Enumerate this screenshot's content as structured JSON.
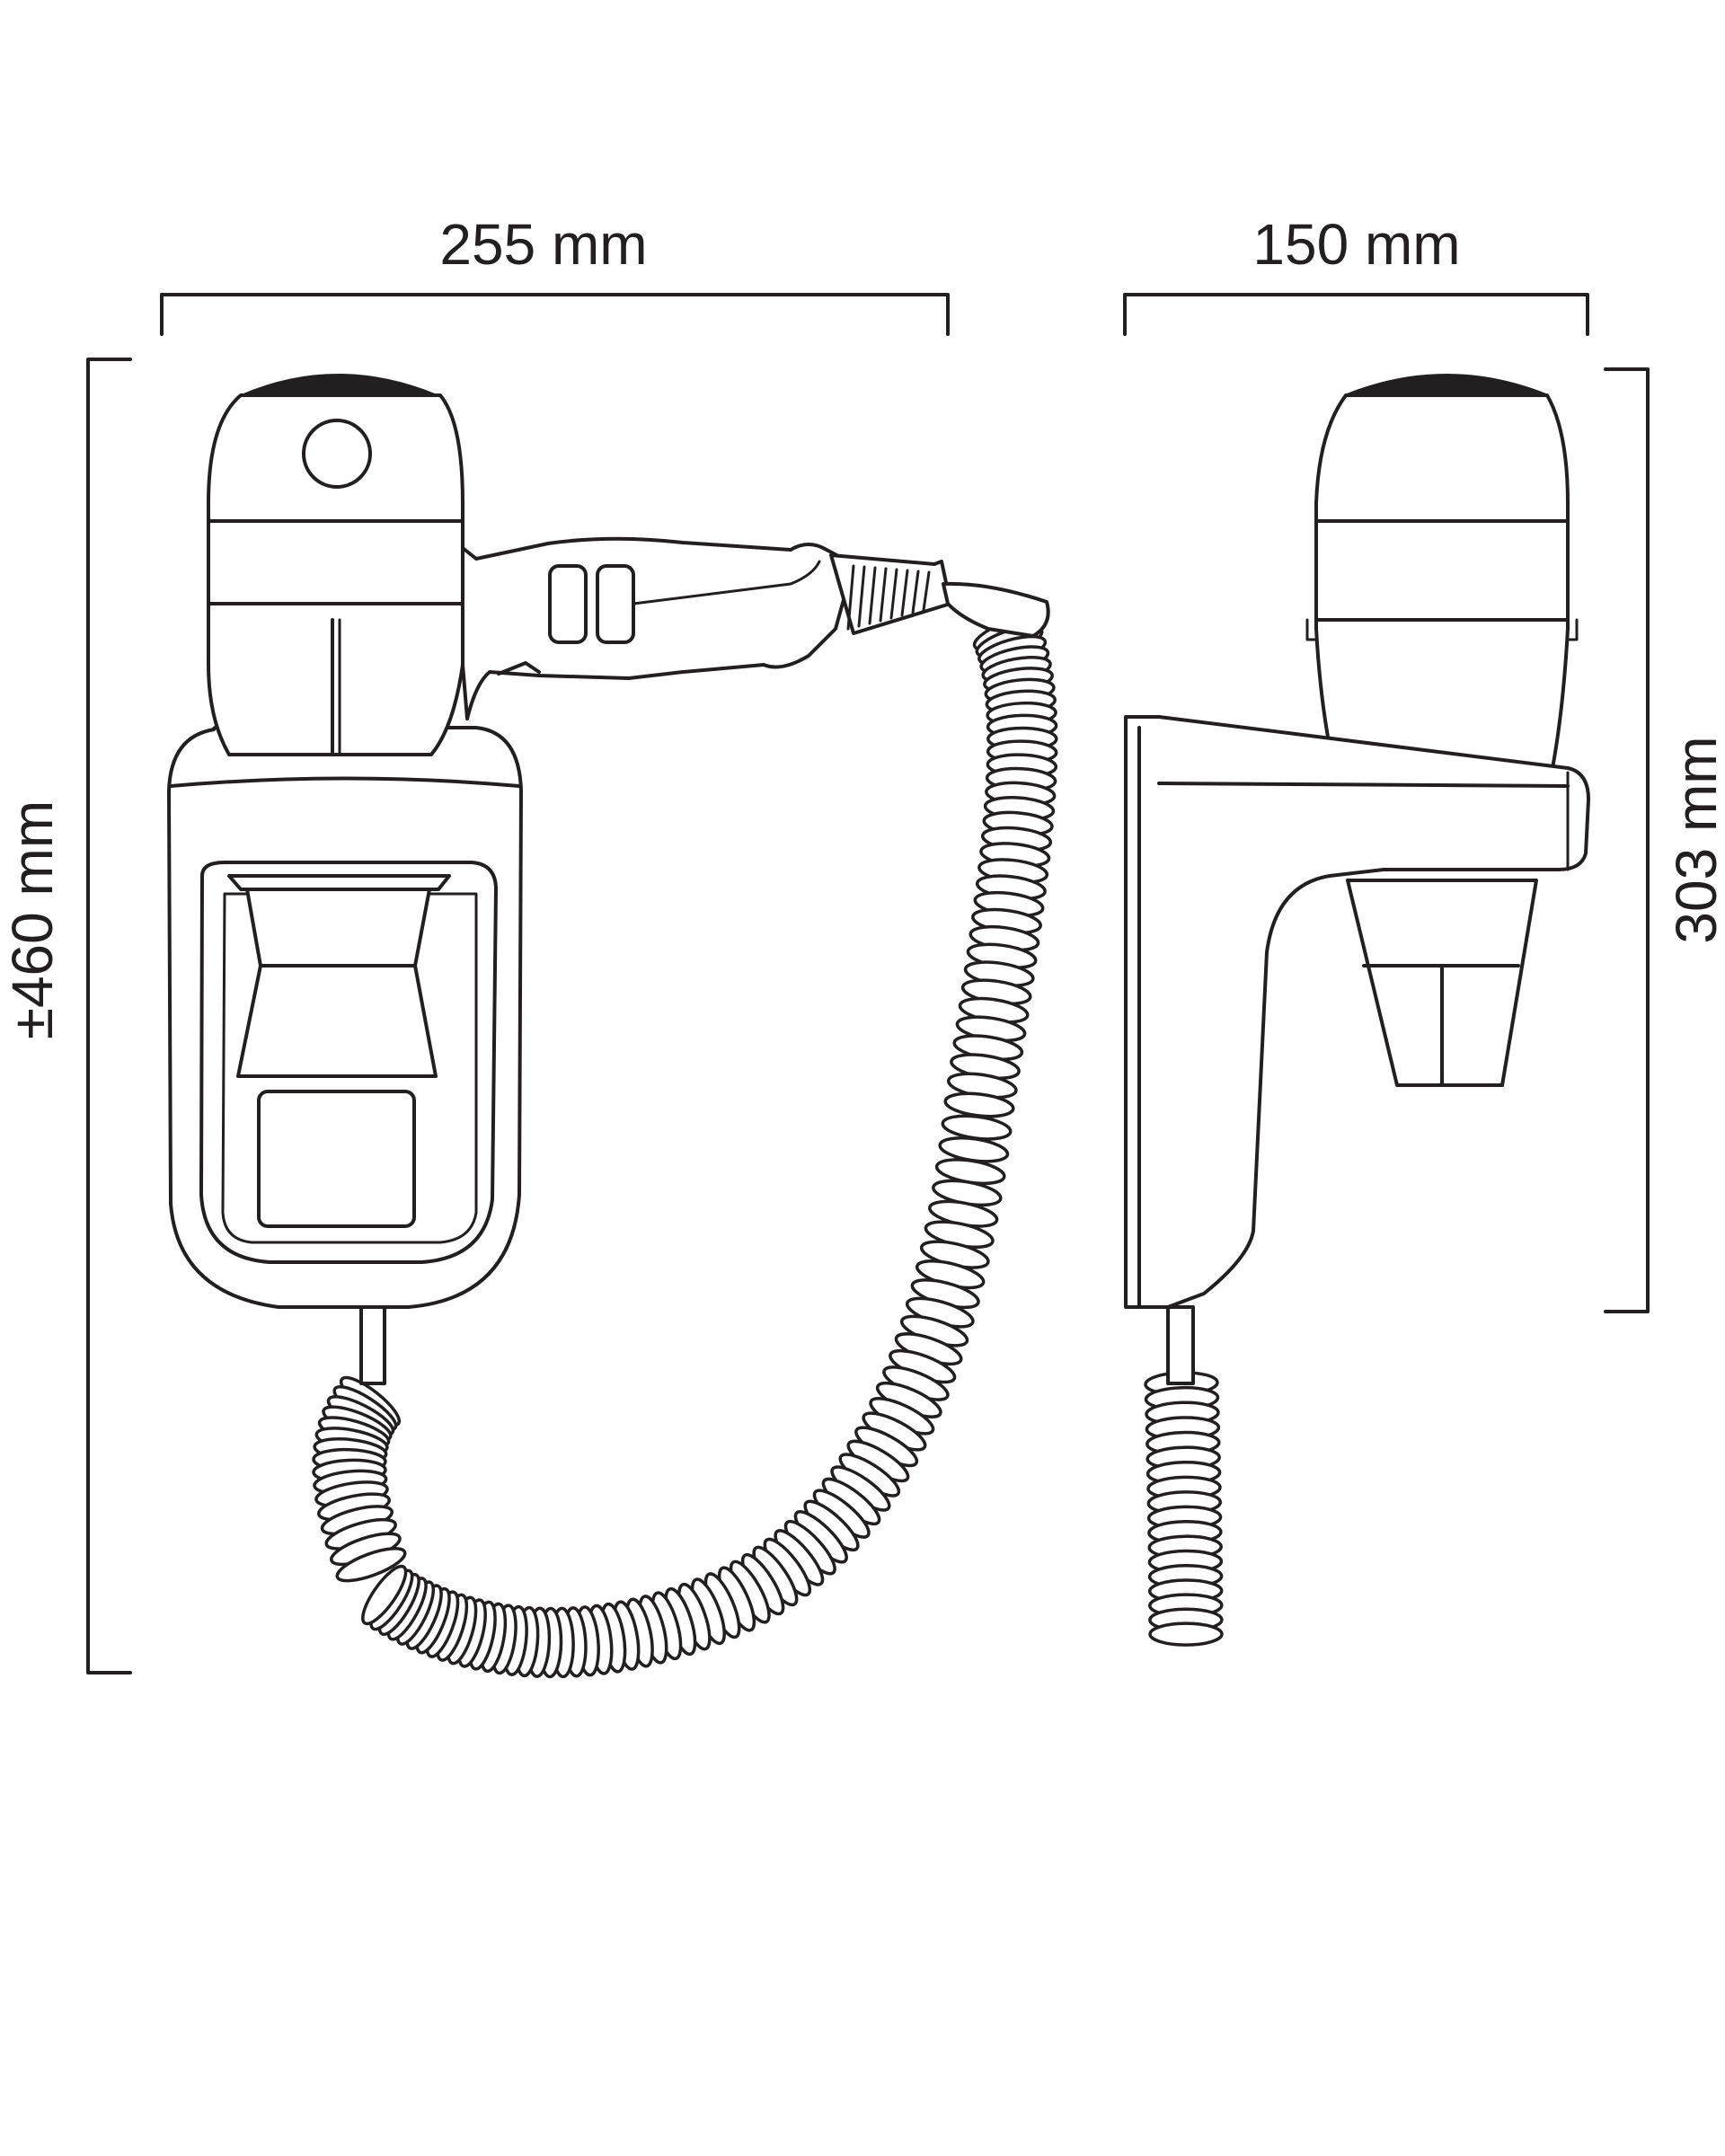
{
  "dimensions": {
    "width_label": "255 mm",
    "depth_label": "150 mm",
    "total_height_label": "±460 mm",
    "bracket_height_label": "303 mm"
  },
  "colors": {
    "line": "#231f20",
    "background": "#ffffff"
  }
}
